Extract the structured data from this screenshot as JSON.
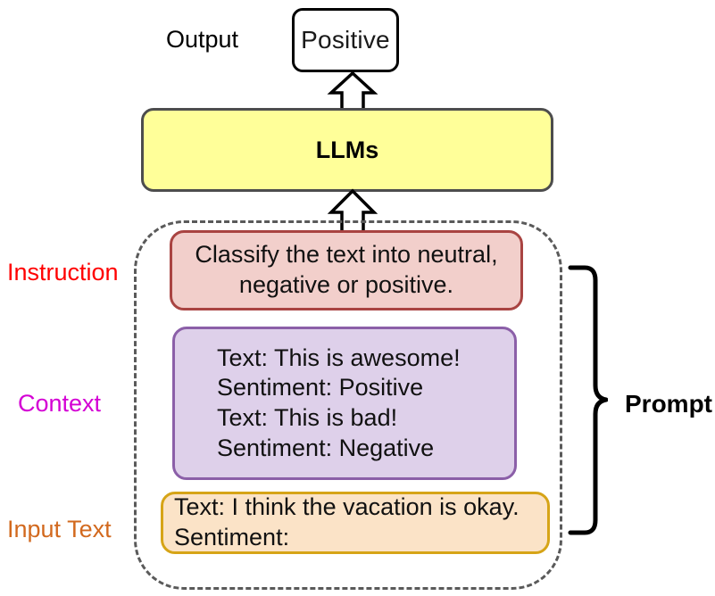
{
  "diagram": {
    "title": "LLM prompt anatomy diagram",
    "labels": {
      "output": "Output",
      "instruction": "Instruction",
      "context": "Context",
      "input_text": "Input Text",
      "prompt": "Prompt"
    },
    "nodes": {
      "output_value": "Positive",
      "model": "LLMs"
    },
    "instruction_box": {
      "lines": [
        "Classify the text into neutral,",
        "negative or positive."
      ]
    },
    "context_box": {
      "lines": [
        "Text: This is awesome!",
        "Sentiment: Positive",
        "Text: This is bad!",
        "Sentiment: Negative"
      ]
    },
    "input_text_box": {
      "lines": [
        "Text: I think the vacation is okay.",
        "Sentiment:"
      ]
    },
    "colors": {
      "output_border": "#000000",
      "output_fill": "#FFFFFF",
      "llm_fill": "#FFFF99",
      "llm_border": "#4D4D4D",
      "instruction_fill": "#F2CFCB",
      "instruction_border": "#A94442",
      "instruction_label": "#FF0000",
      "context_fill": "#DED0EA",
      "context_border": "#8B5FA8",
      "context_label": "#D400D4",
      "input_fill": "#FBE3C7",
      "input_border": "#D6A417",
      "input_label": "#D2691E",
      "container_border": "#5A5A5A",
      "arrow_stroke": "#000000",
      "arrow_fill": "#FFFFFF"
    },
    "icons": {
      "arrow_up_prompt_to_llm": "arrow-up-icon",
      "arrow_up_llm_to_output": "arrow-up-icon",
      "brace": "curly-brace-icon"
    }
  }
}
